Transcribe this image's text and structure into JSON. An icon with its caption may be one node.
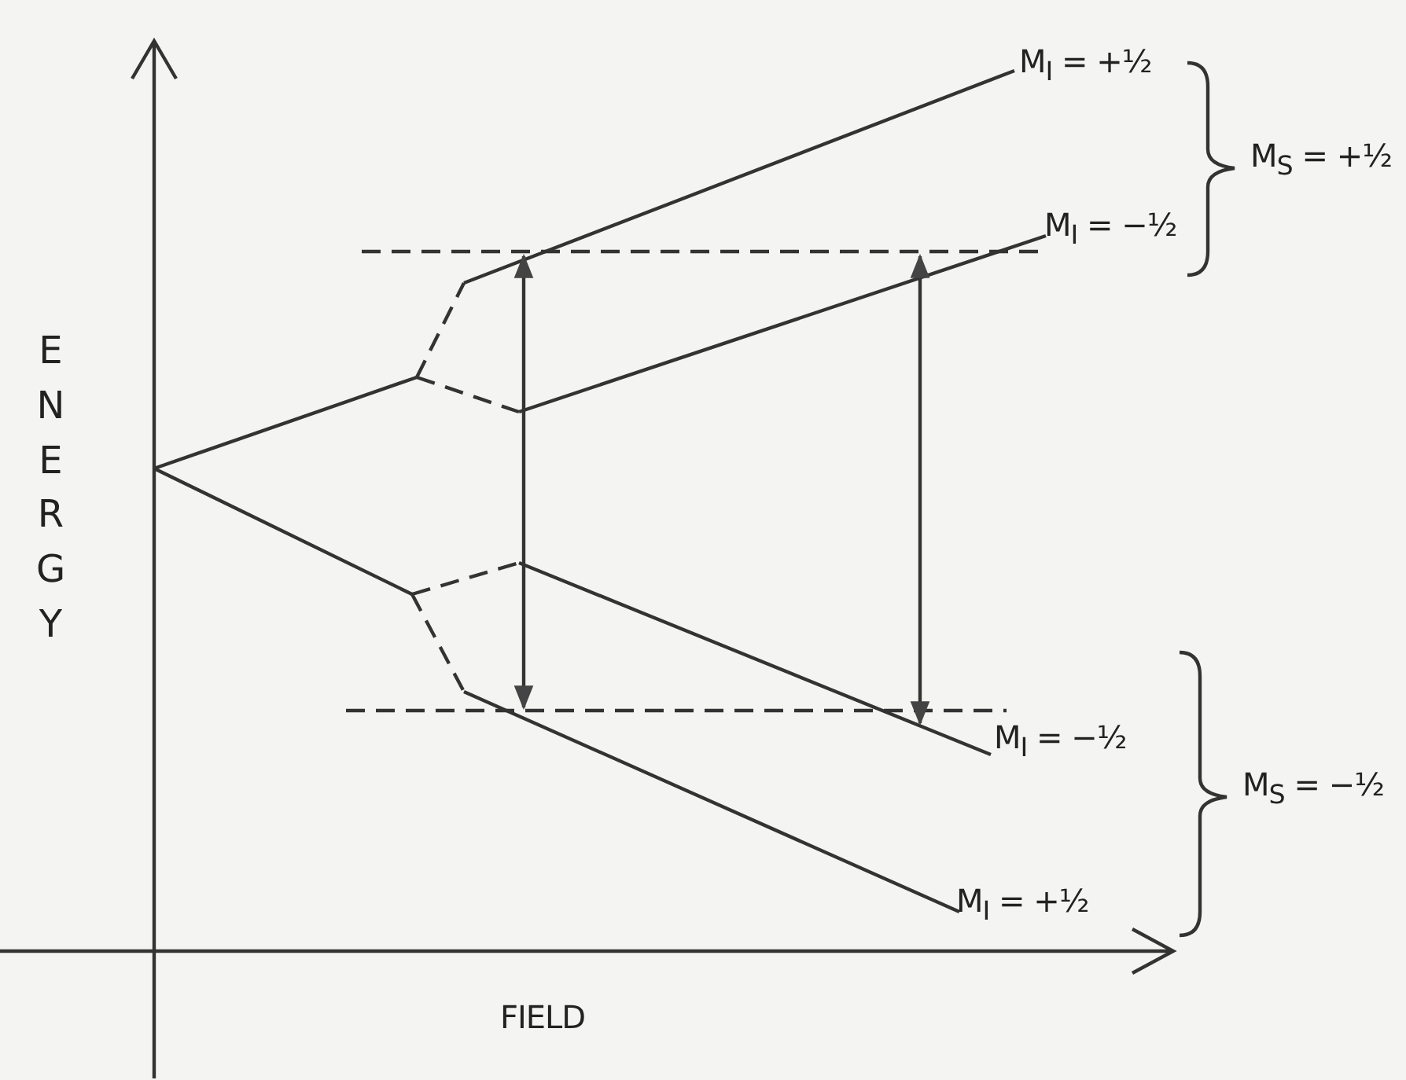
{
  "diagram": {
    "labels": [
      "M$_{I}$ = +½",
      "M$_{I}$ = −½",
      "M$_{S}$ = +½",
      "ENERGY",
      "M$_{I}$ = −½",
      "M$_{S}$ = −½",
      "M$_{I}$ = +½",
      "FIELD"
    ]
  }
}
